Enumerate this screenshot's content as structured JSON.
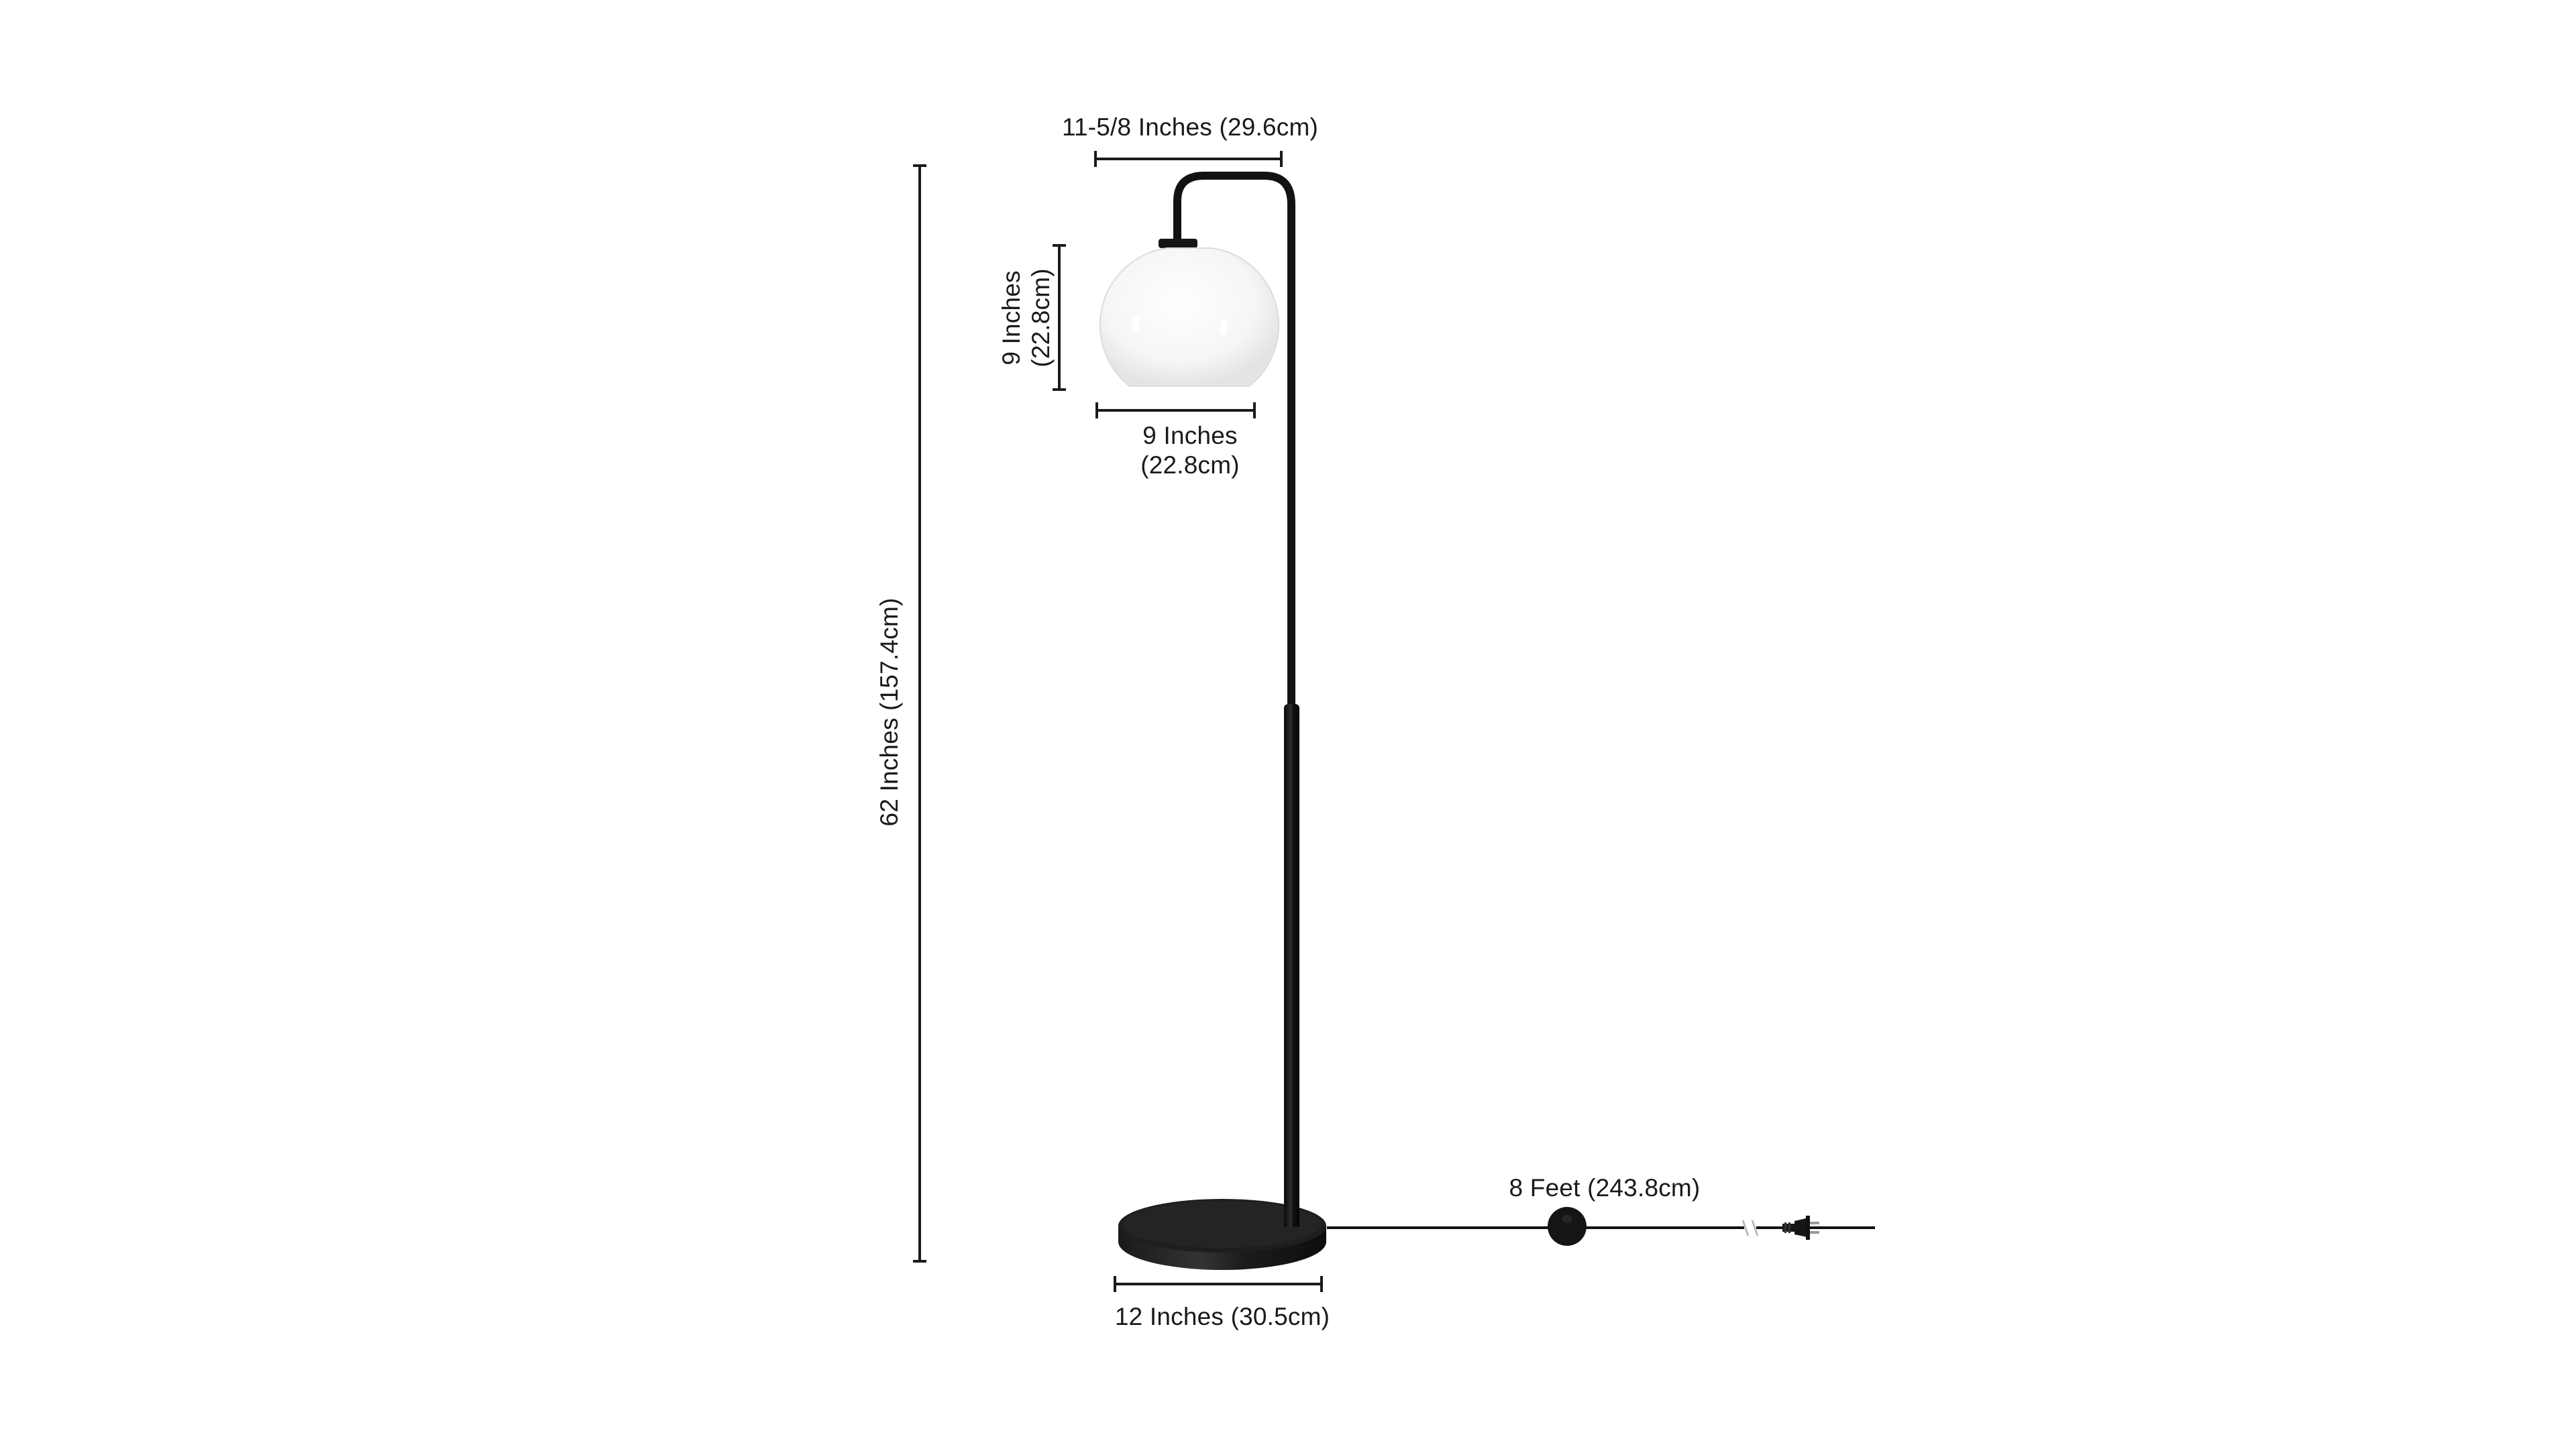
{
  "diagram": {
    "subject": "Floor lamp with globe shade - dimension diagram",
    "colors": {
      "background": "#ffffff",
      "metal": "#141414",
      "metal_highlight": "#3a3a3a",
      "shade": "#f4f4f4",
      "dimension_line": "#1a1a1a",
      "text": "#1a1a1a"
    },
    "dimensions": {
      "arm_width": {
        "label": "11-5/8 Inches  (29.6cm)"
      },
      "shade_height": {
        "line1": "9 Inches",
        "line2": "(22.8cm)"
      },
      "shade_width": {
        "line1": "9 Inches",
        "line2": "(22.8cm)"
      },
      "total_height": {
        "label": "62 Inches (157.4cm)"
      },
      "base_width": {
        "label": "12 Inches (30.5cm)"
      },
      "cord_length": {
        "label": "8 Feet (243.8cm)"
      }
    },
    "icons": {
      "lamp": "floor-lamp-illustration",
      "switch": "foot-switch-icon",
      "plug": "plug-icon",
      "cord_break": "cord-break-icon"
    }
  }
}
